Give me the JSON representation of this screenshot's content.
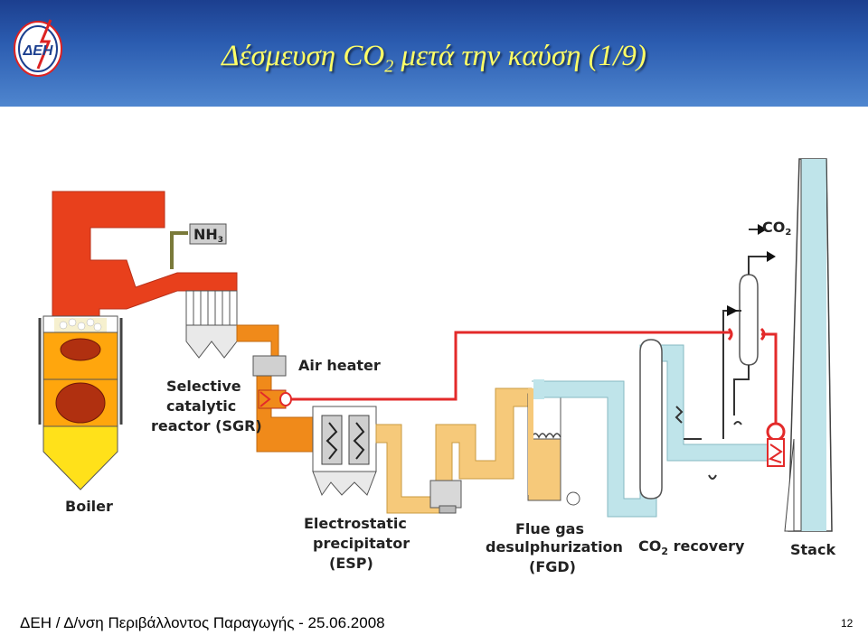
{
  "header": {
    "title_main": "Δέσμευση CO",
    "title_sub": "2",
    "title_rest": " μετά την καύση (1/9)"
  },
  "logo": {
    "text": "ΔΕΗ"
  },
  "labels": {
    "nh3": "NH",
    "nh3_sub": "3",
    "co2_top": "CO",
    "co2_top_sub": "2",
    "air_heater": "Air heater",
    "scr_1": "Selective",
    "scr_2": "catalytic",
    "scr_3": "reactor (SGR)",
    "boiler": "Boiler",
    "esp_1": "Electrostatic",
    "esp_2": "precipitator",
    "esp_3": "(ESP)",
    "fgd_1": "Flue gas",
    "fgd_2": "desulphurization",
    "fgd_3": "(FGD)",
    "co2_rec": "CO",
    "co2_rec_sub": "2",
    "co2_rec_rest": " recovery",
    "stack": "Stack"
  },
  "footer": {
    "text": "ΔΕΗ / Δ/νση Περιβάλλοντος Παραγωγής - 25.06.2008",
    "page": "12"
  },
  "colors": {
    "hot_gas": "#e8401c",
    "warm_gas": "#f08a1a",
    "cool_gas": "#f6c97a",
    "clean_gas": "#bfe4ea",
    "boiler_yellow": "#ffe11a",
    "steam_line": "#e32a2a"
  }
}
